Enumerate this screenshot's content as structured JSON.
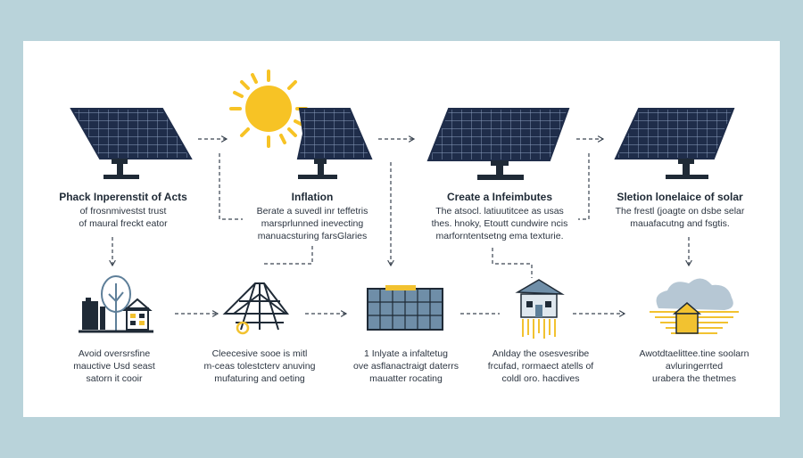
{
  "colors": {
    "background": "#b9d3da",
    "card": "#ffffff",
    "panel": "#1f2d4a",
    "panel_grid": "#8fa3c2",
    "stand": "#1f2a36",
    "sun": "#f7c325",
    "accent_blue": "#5e7f99",
    "house": "#f2c230",
    "connector": "#3a4450"
  },
  "steps_top": [
    {
      "icon": "solar-panel-icon",
      "title": "Phack Inperenstit of Acts",
      "lines": [
        "of frosnmivestst trust",
        "of maural freckt eator"
      ]
    },
    {
      "icon": "sun-solar-panel-icon",
      "title": "Inflation",
      "lines": [
        "Berate a suvedl inr teffetris",
        "marsprlunned inevecting",
        "manuacsturing farsGlaries"
      ]
    },
    {
      "icon": "solar-panel-icon",
      "title": "Create a Infeimbutes",
      "lines": [
        "The atsocl. latiuutitcee as usas",
        "thes. hnoky, Etoutt cundwire ncis",
        "marforntentsetng ema texturie."
      ]
    },
    {
      "icon": "solar-panel-icon",
      "title": "Sletion lonelaice of solar",
      "lines": [
        "The frestl (joagte on dsbe selar",
        "mauafacutng and fsgtis."
      ]
    }
  ],
  "steps_bottom": [
    {
      "icon": "factory-trees-icon",
      "lines": [
        "Avoid oversrsfine",
        "mauctive Usd seast",
        "satorn it cooir"
      ]
    },
    {
      "icon": "transmission-tower-icon",
      "lines": [
        "Cleecesive sooe is mitl",
        "m-ceas tolestcterv anuving",
        "mufaturing and oeting"
      ]
    },
    {
      "icon": "solar-module-icon",
      "lines": [
        "1 Inlyate a infaltetug",
        "ove asflanactraigt daterrs",
        "mauatter rocating"
      ]
    },
    {
      "icon": "solar-home-icon",
      "lines": [
        "Anlday the osesvesribe",
        "frcufad, rormaect atells of",
        "coldl oro. hacdives"
      ]
    },
    {
      "icon": "cloud-home-icon",
      "lines": [
        "Awotdtaelittee.tine soolarn",
        "avluringerrted",
        "urabera the thetmes"
      ]
    }
  ]
}
